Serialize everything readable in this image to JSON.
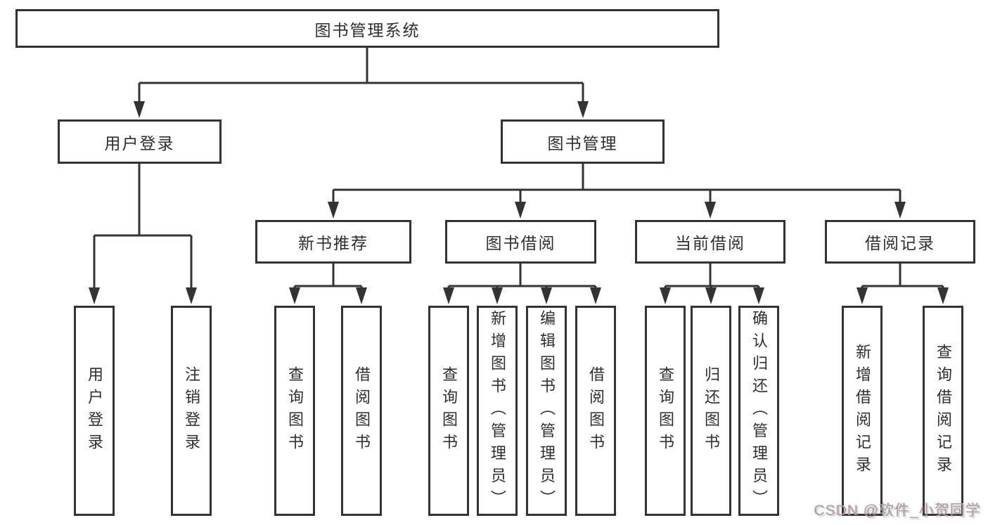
{
  "diagram": {
    "root": {
      "label": "图书管理系统"
    },
    "branches": {
      "user_login": {
        "label": "用户登录",
        "children": [
          "用户登录",
          "注销登录"
        ]
      },
      "book_management": {
        "label": "图书管理",
        "children": {
          "new_book": {
            "label": "新书推荐",
            "children": [
              "查询图书",
              "借阅图书"
            ]
          },
          "book_borrow": {
            "label": "图书借阅",
            "children": [
              "查询图书",
              "新增图书（管理员）",
              "编辑图书（管理员）",
              "借阅图书"
            ]
          },
          "current_borrow": {
            "label": "当前借阅",
            "children": [
              "查询图书",
              "归还图书",
              "确认归还（管理员）"
            ]
          },
          "borrow_record": {
            "label": "借阅记录",
            "children": [
              "新增借阅记录",
              "查询借阅记录"
            ]
          }
        }
      }
    }
  },
  "watermark": {
    "text": "CSDN @软件_小贺同学"
  },
  "colors": {
    "line": "#333333",
    "text": "#2e2e2e",
    "watermark": "#a3a3a3",
    "background": "#ffffff"
  }
}
